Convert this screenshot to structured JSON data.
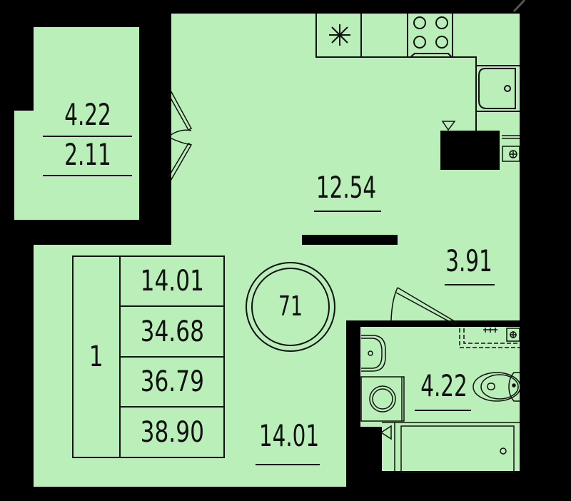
{
  "plan": {
    "colors": {
      "floor": "#bbefb9",
      "wall": "#000000",
      "line": "#111111"
    },
    "apartment_number": "71",
    "rooms": [
      {
        "name": "balcony",
        "area": "4.22",
        "area_reduced": "2.11"
      },
      {
        "name": "kitchen-living",
        "area": "12.54"
      },
      {
        "name": "hallway",
        "area": "3.91"
      },
      {
        "name": "bathroom",
        "area": "4.22"
      },
      {
        "name": "bedroom",
        "area": "14.01"
      }
    ],
    "summary_table": {
      "rooms_count": "1",
      "living_area": "14.01",
      "total_area_no_balcony": "34.68",
      "total_area_reduced": "36.79",
      "total_area_full": "38.90"
    },
    "fixtures": [
      "fridge",
      "counter",
      "stove",
      "kitchen-sink",
      "washbasin",
      "washing-machine",
      "toilet",
      "bathtub",
      "electrical-panel",
      "water-riser"
    ]
  }
}
